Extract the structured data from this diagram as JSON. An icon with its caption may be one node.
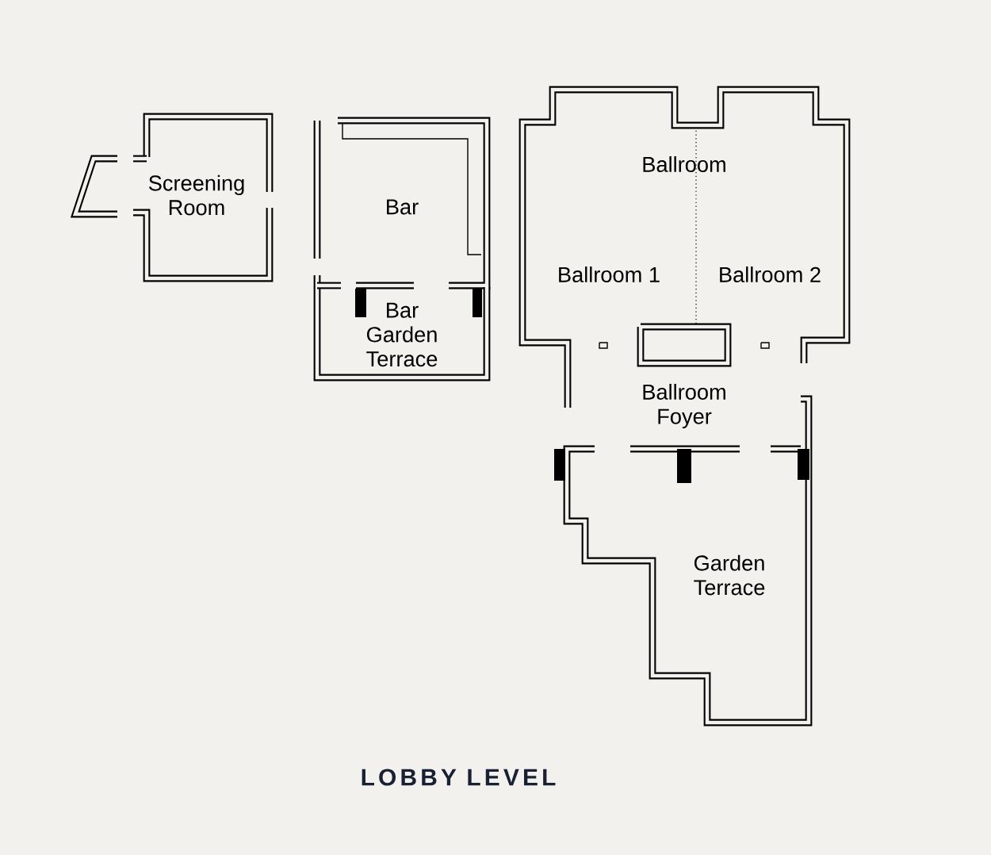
{
  "diagram": {
    "title": "LOBBY LEVEL",
    "nodes": [
      {
        "text": [
          "Screening Room"
        ]
      },
      {
        "text": [
          "Bar"
        ]
      },
      {
        "text": [
          "Bar Garden Terrace"
        ]
      },
      {
        "text": [
          "Ballroom"
        ]
      },
      {
        "text": [
          "Ballroom 1"
        ],
        "in": 3
      },
      {
        "text": [
          "Ballroom 2"
        ],
        "in": 3
      },
      {
        "text": [
          "Ballroom Foyer"
        ]
      },
      {
        "text": [
          "Garden Terrace"
        ]
      }
    ]
  }
}
